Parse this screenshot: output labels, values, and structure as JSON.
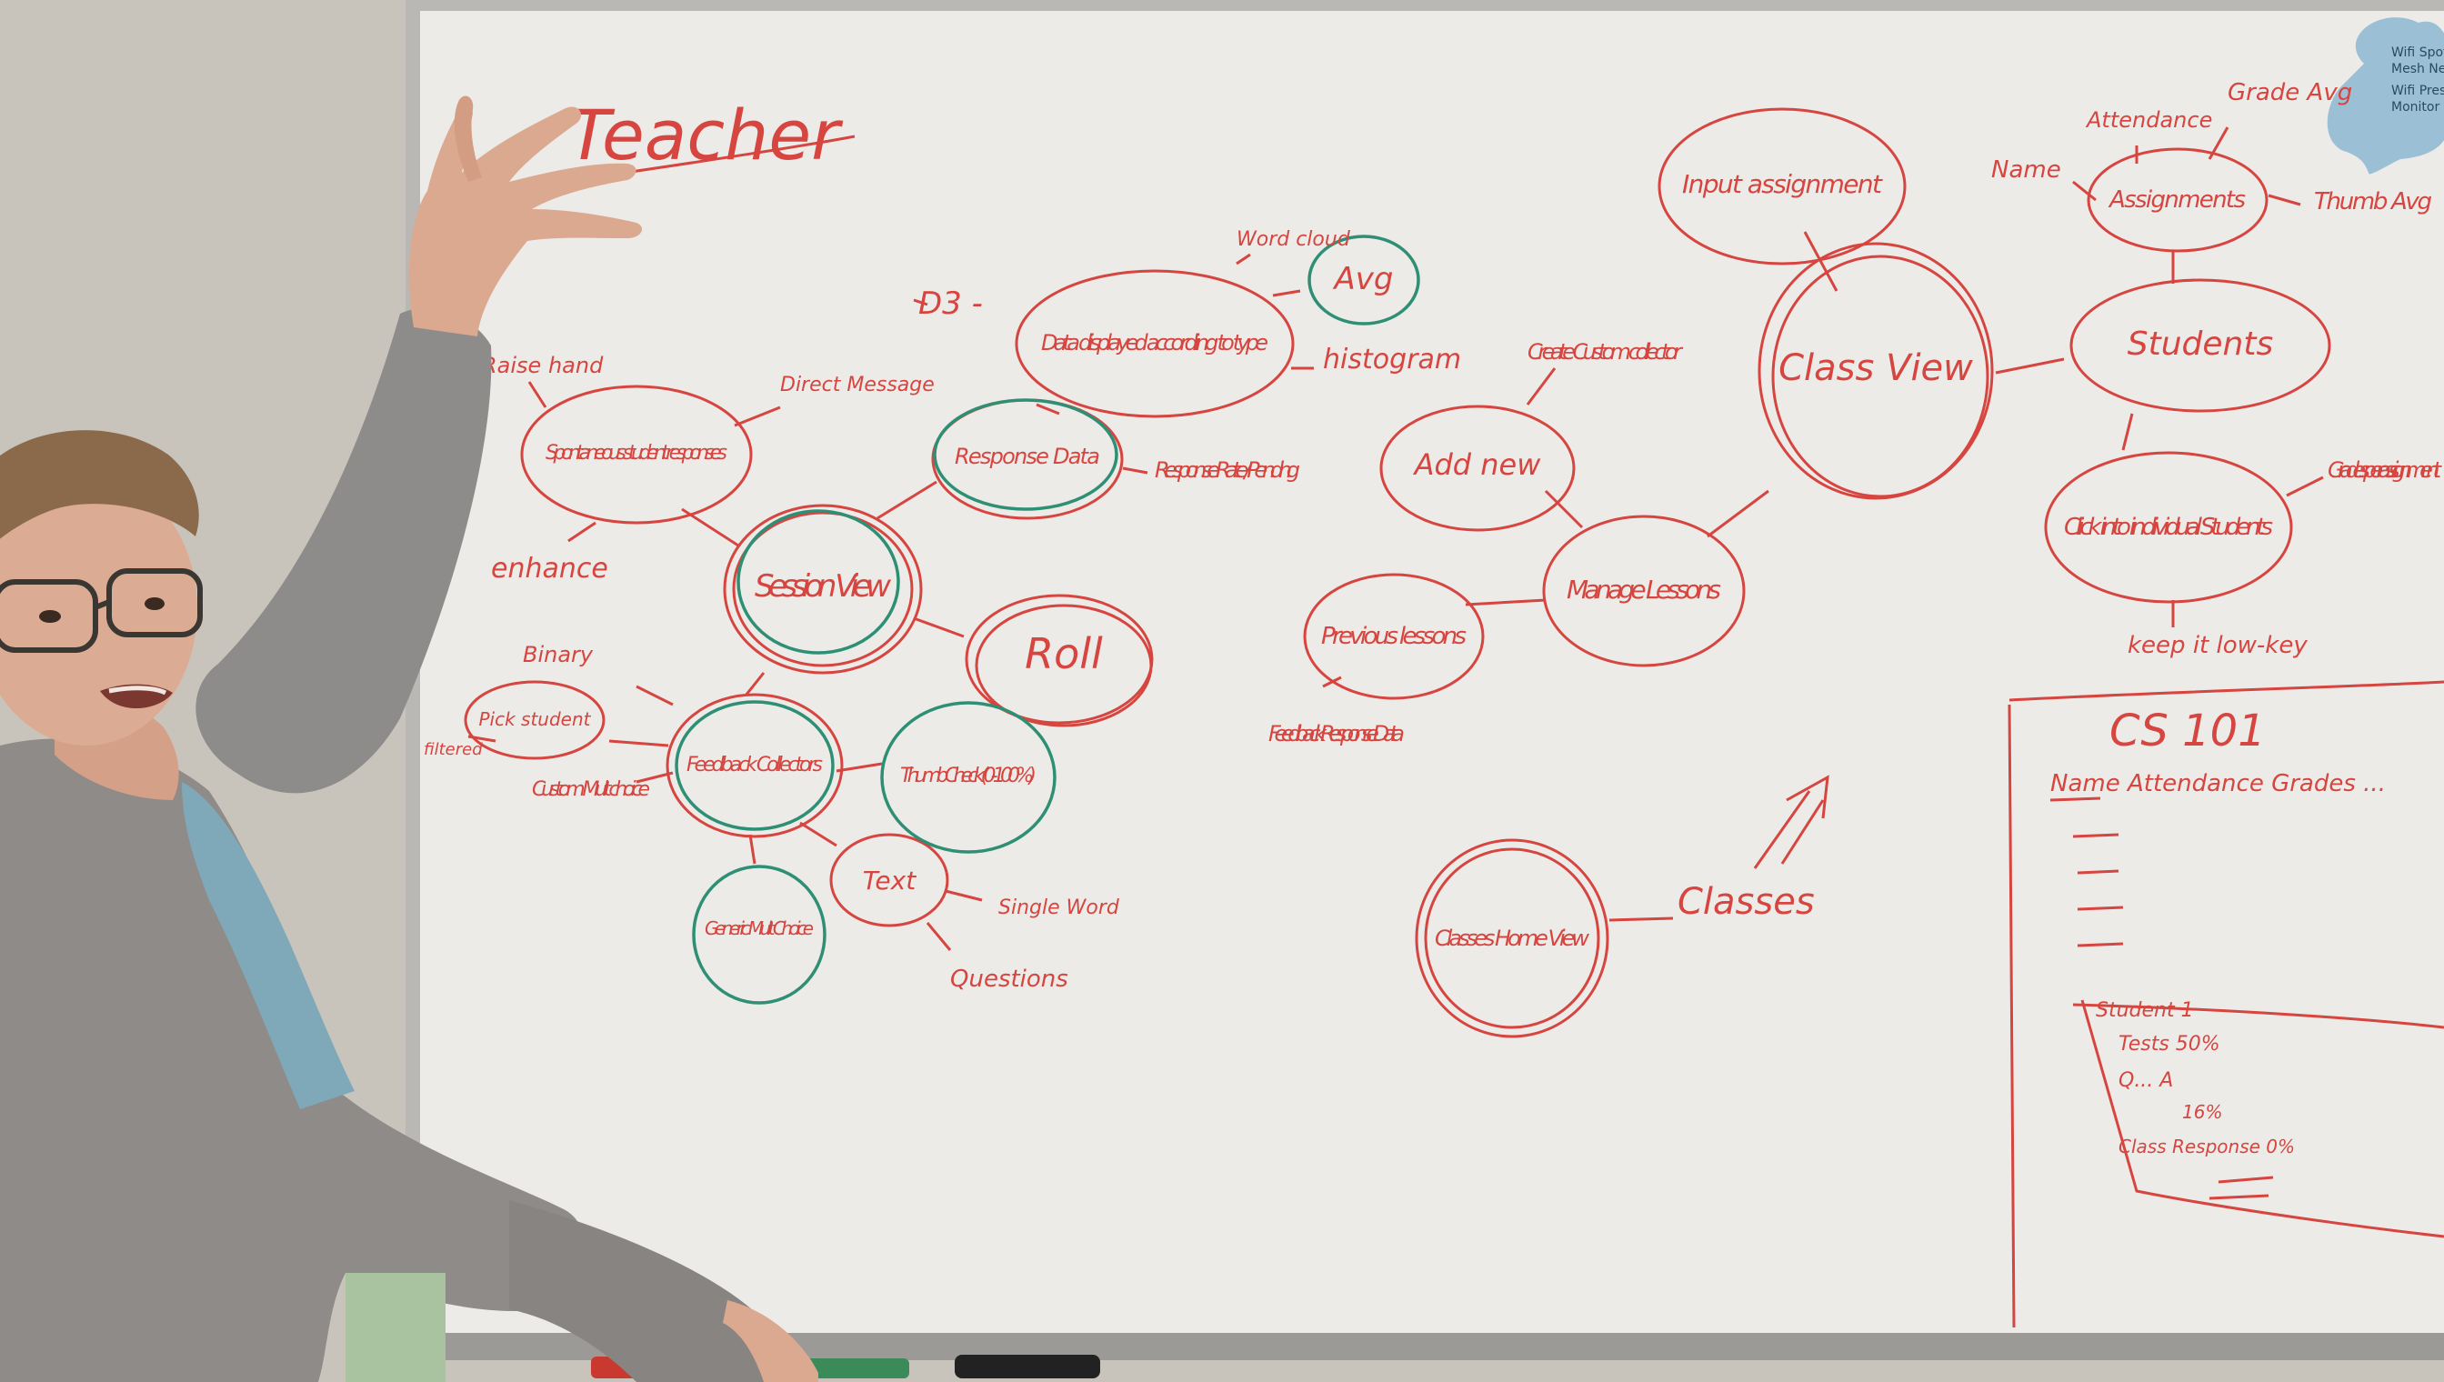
{
  "board": {
    "title": "Teacher",
    "note_lines": [
      "Wifi Spot",
      "Mesh Network",
      "Wifi Presence",
      "Monitor"
    ],
    "colors": {
      "wall": "#c9c4bb",
      "board": "#ecebe8",
      "frame": "#b9b8b4",
      "marker_red": "#d6453f",
      "marker_green": "#2f8f74",
      "sticky_note": "#9bc0d6"
    }
  },
  "session": {
    "center": "Session View",
    "spontaneous": "Spontaneous student responses",
    "raise_hand": "Raise hand",
    "direct_message": "Direct Message",
    "enhance": "enhance",
    "response_data": "Response Data",
    "response_rate": "Response Rate / Pending",
    "d3": "D3 -",
    "data_displayed": "Data displayed according to type",
    "word_cloud": "Word cloud",
    "avg": "Avg",
    "histogram": "histogram",
    "roll": "Roll",
    "feedback_collectors": "Feedback Collectors",
    "binary": "Binary",
    "pick_student": "Pick student",
    "filtered": "filtered",
    "custom_mult": "Custom Mult choice",
    "thumb_check": "Thumb Check (0-100%)",
    "text": "Text",
    "single_word": "Single Word",
    "questions": "Questions",
    "generic_mult": "Generic Mult Choice"
  },
  "lessons": {
    "manage": "Manage Lessons",
    "add_new": "Add new",
    "create_custom": "Create Custom collector",
    "previous": "Previous lessons",
    "feedback_response": "Feedback Response Data"
  },
  "classes": {
    "class_view": "Class View",
    "input_assignment": "Input assignment",
    "students": "Students",
    "assignments": "Assignments",
    "name": "Name",
    "attendance": "Attendance",
    "grade_avg": "Grade Avg",
    "thumb_avg": "Thumb Avg",
    "click_into": "Click into individual Students",
    "grades_per": "Grades per assignment",
    "keep_it": "keep it low-key",
    "classes_home": "Classes Home View",
    "classes_label": "Classes",
    "cs101": "CS 101",
    "cs_columns": "Name   Attendance   Grades ...",
    "student_card_lines": [
      "Student 1",
      "Tests 50%",
      "Q... A",
      "16%",
      "Class Response 0%"
    ]
  }
}
